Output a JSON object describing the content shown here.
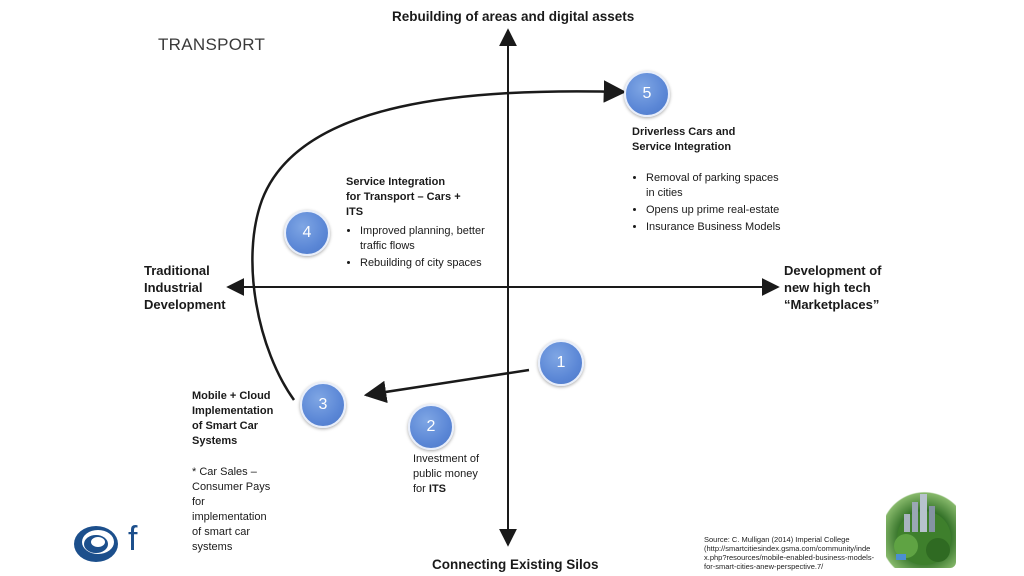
{
  "title": "TRANSPORT",
  "axes": {
    "top": "Rebuilding of areas and digital assets",
    "bottom": "Connecting Existing Silos",
    "left": [
      "Traditional",
      "Industrial",
      "Development"
    ],
    "right": [
      "Development of",
      "new high tech",
      "“Marketplaces”"
    ]
  },
  "steps": [
    {
      "number": "1"
    },
    {
      "number": "2"
    },
    {
      "number": "3"
    },
    {
      "number": "4"
    },
    {
      "number": "5"
    }
  ],
  "blocks": {
    "step5": {
      "heading": [
        "Driverless Cars and",
        "Service Integration"
      ],
      "bullets": [
        "Removal of parking spaces in cities",
        "Opens up prime real-estate",
        "Insurance Business Models"
      ]
    },
    "step4": {
      "heading": [
        "Service Integration",
        "for Transport – Cars +",
        "ITS"
      ],
      "bullets": [
        "Improved planning, better traffic flows",
        "Rebuilding of city spaces"
      ]
    },
    "step3": {
      "heading": [
        "Mobile + Cloud",
        "Implementation",
        "of Smart Car",
        "Systems"
      ],
      "note": [
        "* Car Sales –",
        "Consumer Pays",
        "for",
        "implementation",
        "of smart car",
        "systems"
      ]
    },
    "step2": {
      "lines": [
        "Investment of",
        "public money"
      ],
      "prefix": "for ",
      "emphasis": "ITS"
    }
  },
  "source": {
    "lines": [
      "Source: C. Mulligan (2014) Imperial College",
      "(http://smartcitiesindex.gsma.com/community/inde",
      "x.php?resources/mobile-enabled-business-models-",
      "for-smart-cities-anew-perspective.7/"
    ]
  },
  "logo_letter": "f",
  "colors": {
    "circle": "#5b87d6",
    "axis": "#1a1a1a",
    "logo": "#1c4f8c"
  }
}
